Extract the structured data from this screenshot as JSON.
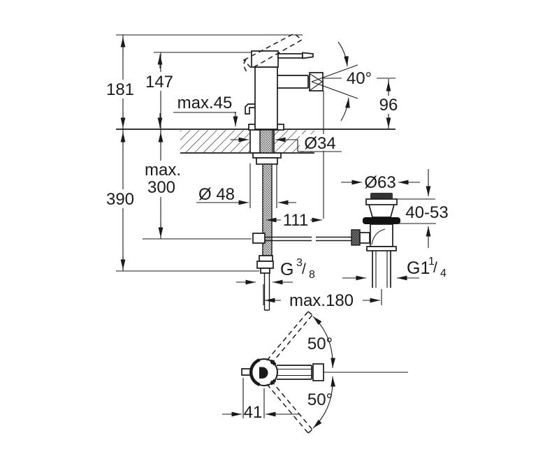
{
  "drawing": {
    "kind": "technical dimension drawing, two views (front elevation and plan view)",
    "colors": {
      "line": "#1a1a1a",
      "background": "#ffffff"
    },
    "labels": {
      "height_lever_raised": "181",
      "height_body_top": "147",
      "max_deck_thickness": "max.45",
      "spray_angle": "40°",
      "spout_height": "96",
      "hole_diameter": "Ø34",
      "max_hose_line1": "max.",
      "max_hose_line2": "300",
      "depth_below_deck": "390",
      "base_diameter": "Ø 48",
      "spout_projection": "111",
      "waste_flange_diameter": "Ø63",
      "waste_height_range": "40-53",
      "supply_thread": {
        "prefix": "G",
        "numerator": "3",
        "slash": "/",
        "denominator": "8"
      },
      "waste_thread": {
        "prefix": "G1",
        "numerator": "1",
        "slash": "/",
        "denominator": "4"
      },
      "max_reach": "max.180",
      "swivel_angle_up": "50°",
      "swivel_angle_down": "50°",
      "handle_offset": "41"
    }
  }
}
